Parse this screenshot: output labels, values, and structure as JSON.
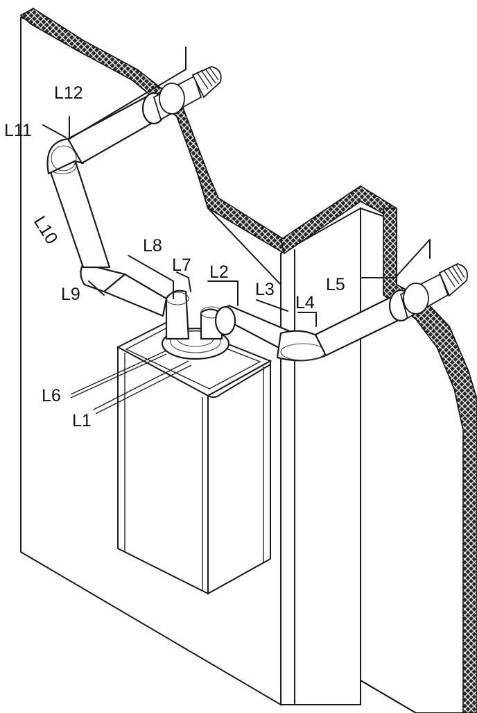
{
  "labels": {
    "l1": "L1",
    "l2": "L2",
    "l3": "L3",
    "l4": "L4",
    "l5": "L5",
    "l6": "L6",
    "l7": "L7",
    "l8": "L8",
    "l9": "L9",
    "l10": "L10",
    "l11": "L11",
    "l12": "L12"
  },
  "colors": {
    "line": "#1b1b1b",
    "hatch": "#111111",
    "background": "#ffffff"
  }
}
